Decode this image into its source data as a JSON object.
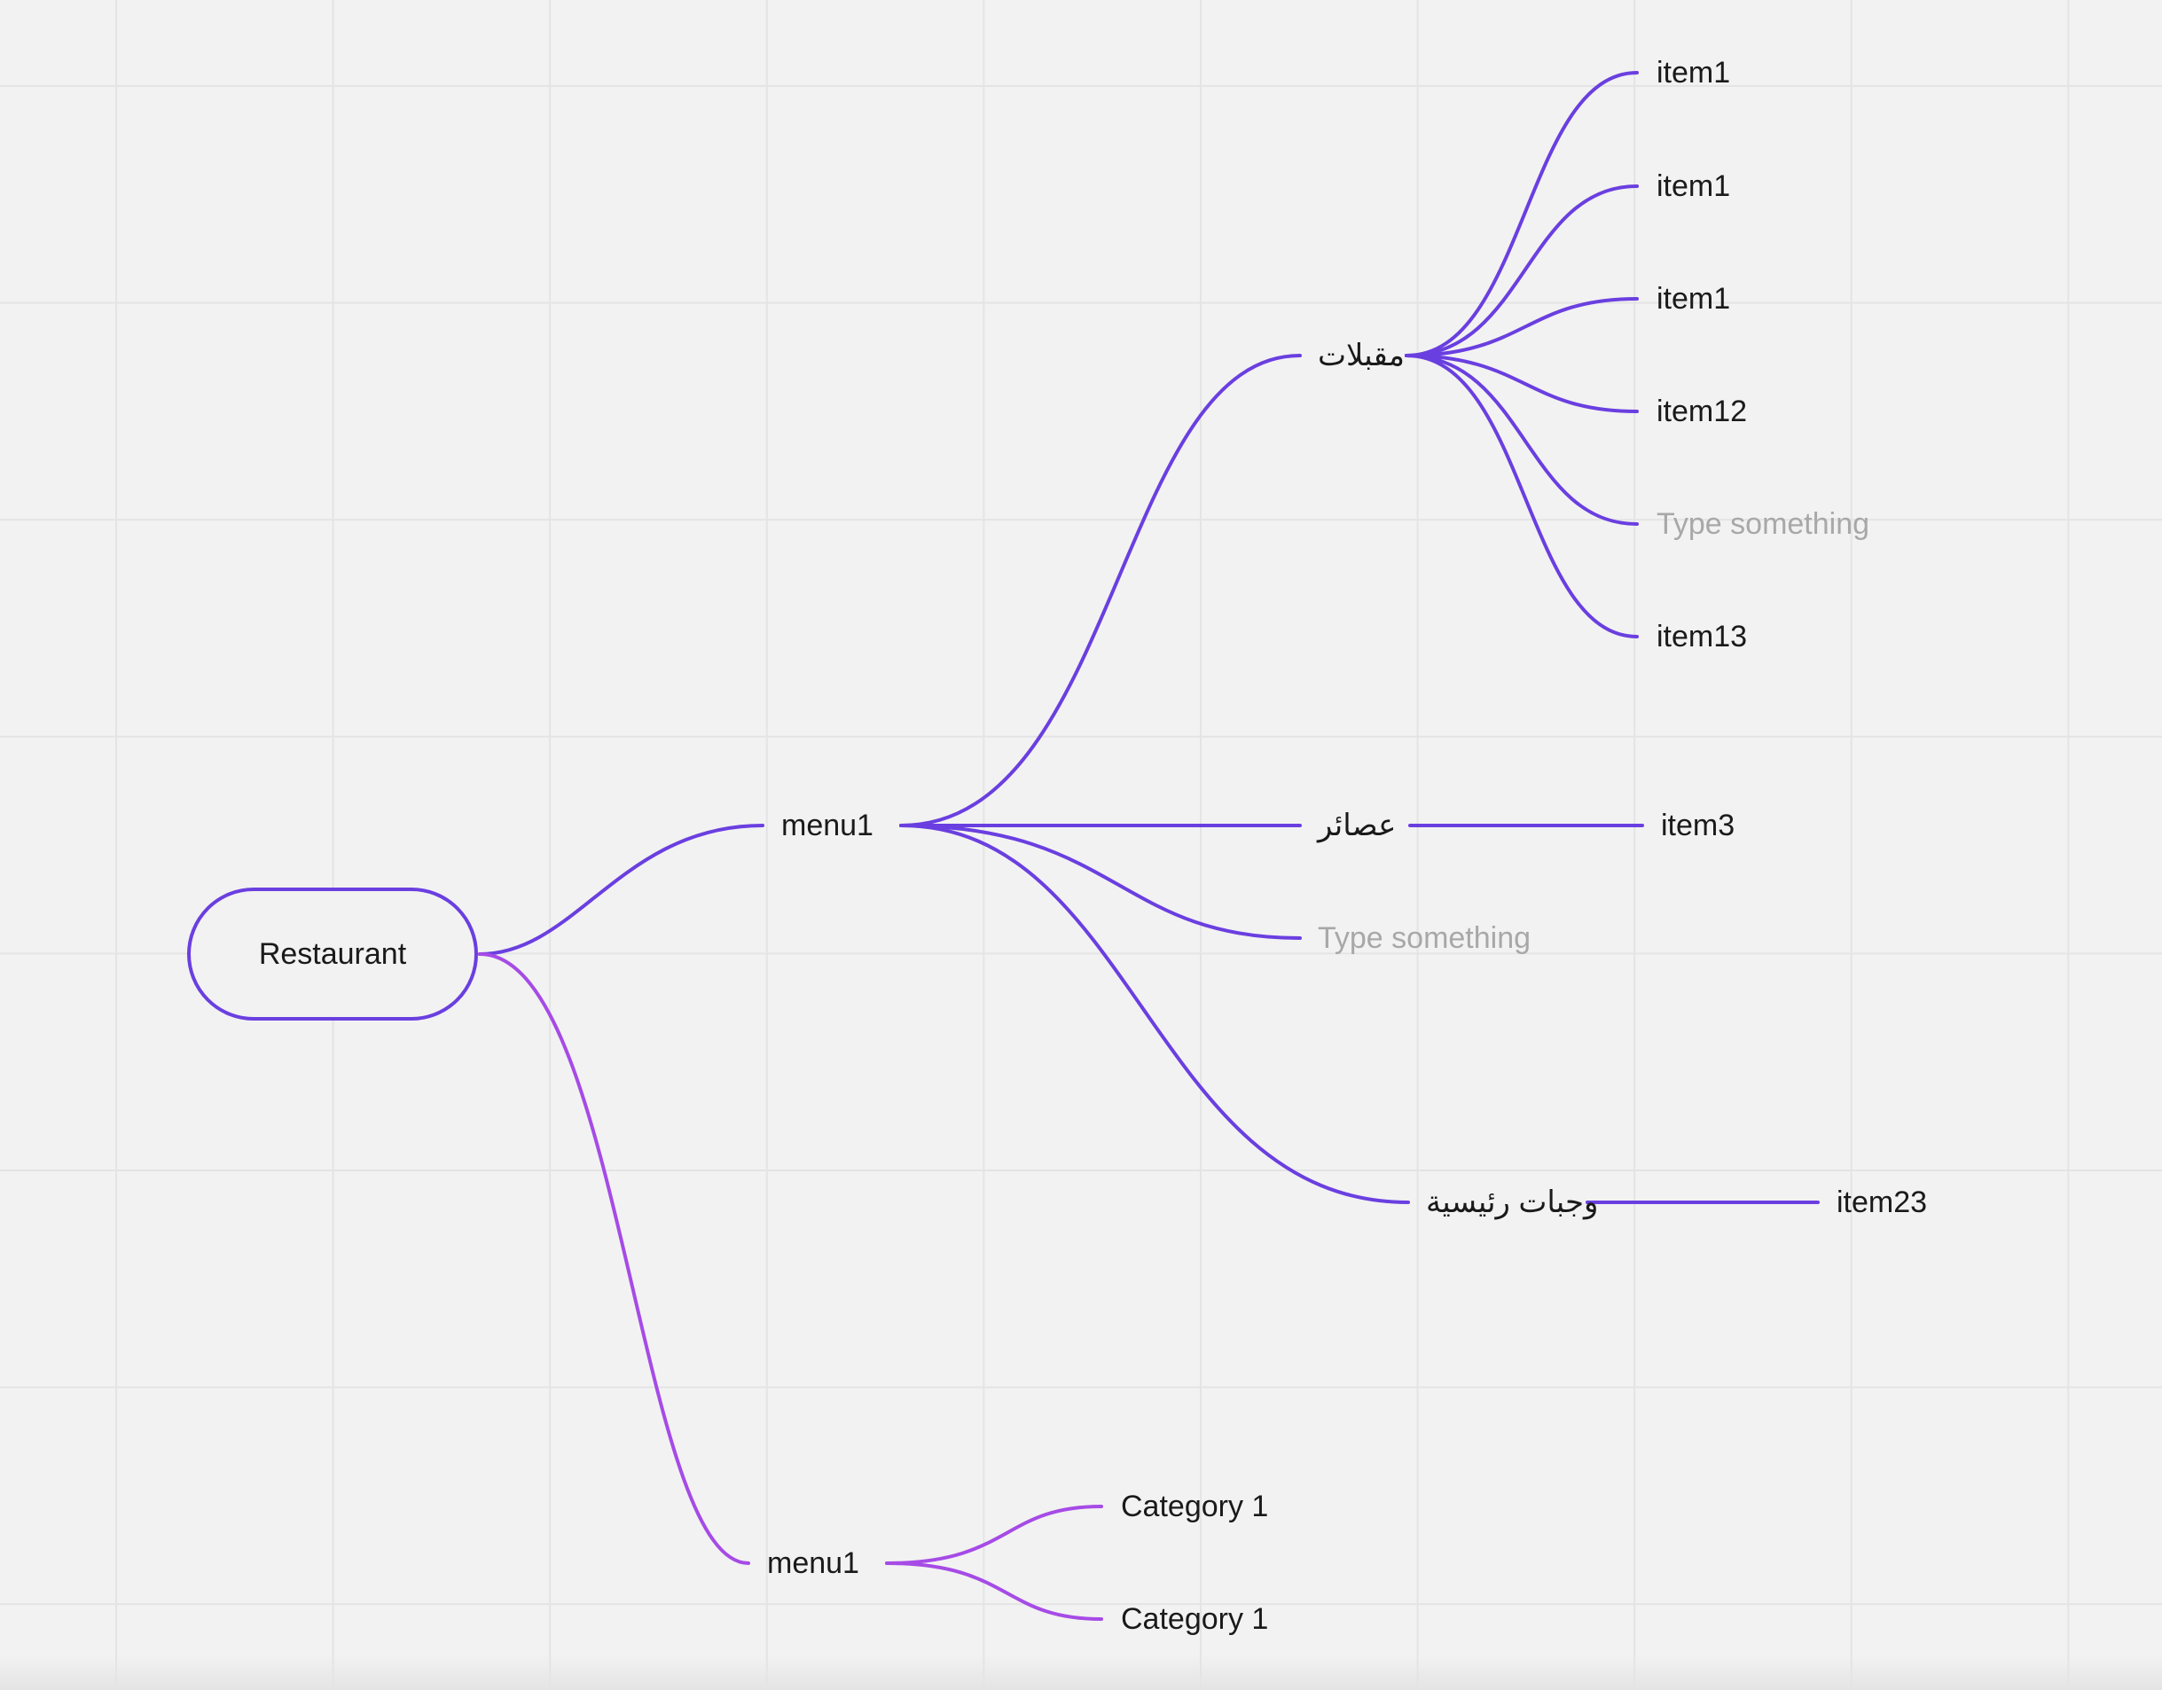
{
  "colors": {
    "background": "#f2f2f2",
    "grid": "#e4e4e4",
    "branch_primary": "#6a3fe0",
    "branch_secondary": "#a64be6",
    "text": "#1a1a1a",
    "placeholder_text": "#a8a8a8"
  },
  "mindmap": {
    "root": "Restaurant",
    "branches": [
      {
        "label": "menu1",
        "children": [
          {
            "label": "مقبلات",
            "children": [
              "item1",
              "item1",
              "item1",
              "item12",
              "Type something",
              "item13"
            ]
          },
          {
            "label": "عصائر",
            "children": [
              "item3"
            ]
          },
          {
            "label": "Type something",
            "children": []
          },
          {
            "label": "وجبات رئيسية",
            "children": [
              "item23"
            ]
          }
        ]
      },
      {
        "label": "menu1",
        "children": [
          {
            "label": "Category 1",
            "children": []
          },
          {
            "label": "Category 1",
            "children": []
          }
        ]
      }
    ]
  }
}
